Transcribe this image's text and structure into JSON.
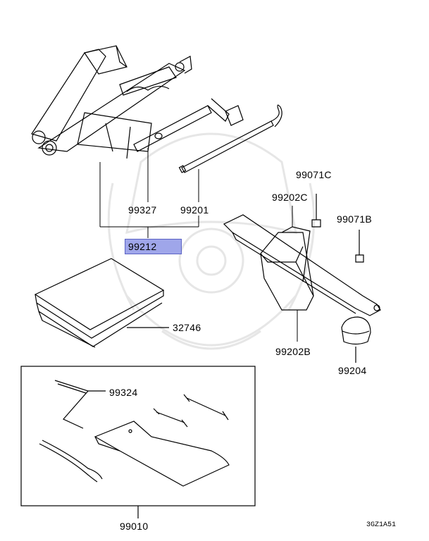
{
  "parts": {
    "p99327": "99327",
    "p99201": "99201",
    "p99212": "99212",
    "p32746": "32746",
    "p99071C": "99071C",
    "p99202C": "99202C",
    "p99071B": "99071B",
    "p99202B": "99202B",
    "p99204": "99204",
    "p99324": "99324",
    "p99010": "99010"
  },
  "highlighted_part": "99212",
  "highlight_color": "#9fa6ea",
  "diagram_code": "3GZ1A51"
}
